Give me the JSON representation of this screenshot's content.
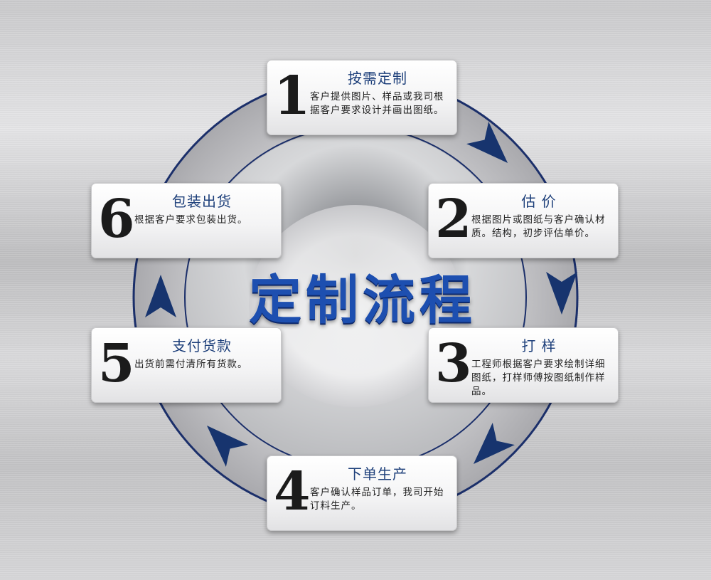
{
  "diagram": {
    "title": "定制流程",
    "steps": [
      {
        "number": "1",
        "title": "按需定制",
        "description": "客户提供图片、样品或我司根据客户要求设计并画出图纸。"
      },
      {
        "number": "2",
        "title": "估 价",
        "description": "根据图片或图纸与客户确认材质。结构，初步评估单价。"
      },
      {
        "number": "3",
        "title": "打 样",
        "description": "工程师根据客户要求绘制详细图纸，打样师傅按图纸制作样品。"
      },
      {
        "number": "4",
        "title": "下单生产",
        "description": "客户确认样品订单，我司开始订料生产。"
      },
      {
        "number": "5",
        "title": "支付货款",
        "description": "出货前需付清所有货款。"
      },
      {
        "number": "6",
        "title": "包装出货",
        "description": "根据客户要求包装出货。"
      }
    ],
    "colors": {
      "accent": "#1d4fb0",
      "arrow": "#17346e",
      "card_title": "#1d3f7a"
    },
    "arrow_icon": "navigation-arrow-icon"
  }
}
